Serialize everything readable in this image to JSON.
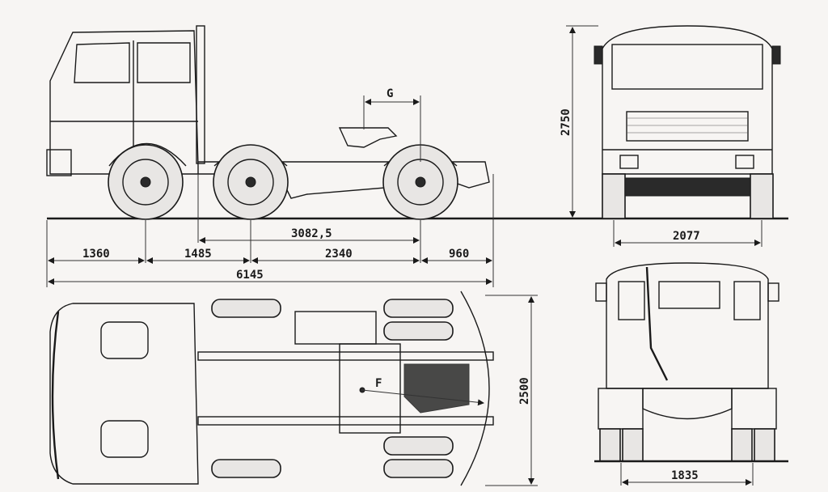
{
  "labels": {
    "fifth_wheel_offset": "G",
    "height": "2750",
    "wheelbase_total": "3082,5",
    "front_overhang": "1360",
    "wheelbase_front": "1485",
    "wheelbase_rear": "2340",
    "rear_overhang": "960",
    "overall_length": "6145",
    "front_track": "2077",
    "fifth_wheel_point": "F",
    "overall_width": "2500",
    "rear_track": "1835"
  }
}
